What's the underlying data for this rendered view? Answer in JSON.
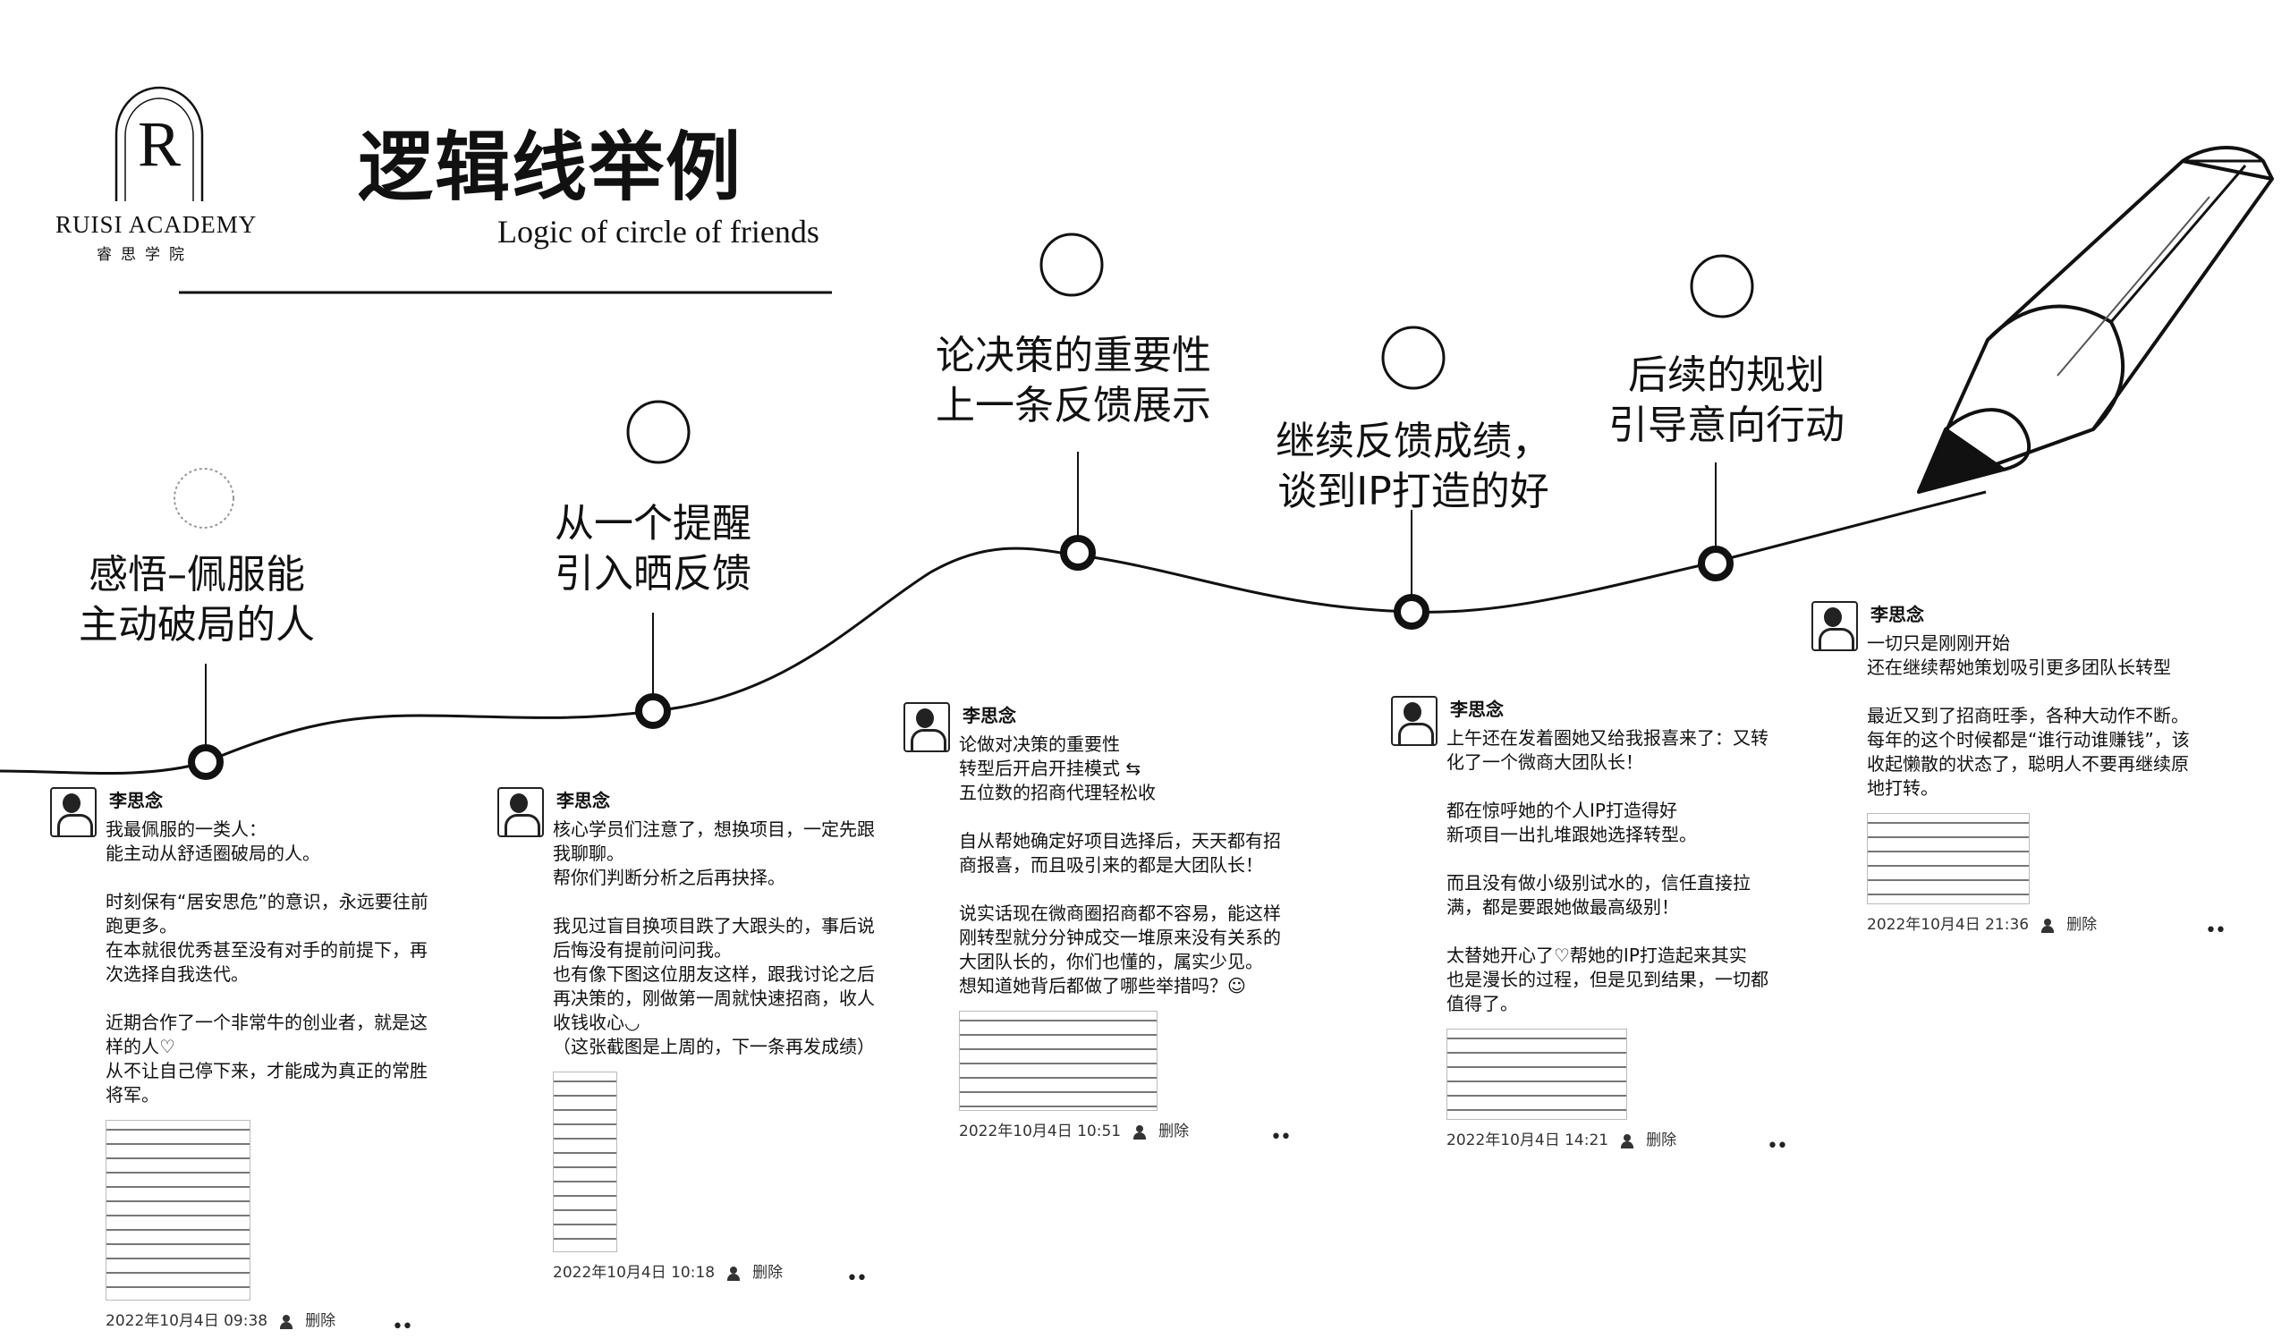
{
  "header": {
    "title": "逻辑线举例",
    "subtitle": "Logic of circle of friends",
    "brand": "RUISI ACADEMY",
    "brand_sub": "睿思学院",
    "logo_letter": "R"
  },
  "steps": [
    {
      "line1": "感悟–佩服能",
      "line2": "主动破局的人"
    },
    {
      "line1": "从一个提醒",
      "line2": "引入晒反馈"
    },
    {
      "line1": "论决策的重要性",
      "line2": "上一条反馈展示"
    },
    {
      "line1": "继续反馈成绩，",
      "line2": "谈到IP打造的好"
    },
    {
      "line1": "后续的规划",
      "line2": "引导意向行动"
    }
  ],
  "posts": [
    {
      "name": "李思念",
      "paragraphs": [
        "我最佩服的一类人：\n能主动从舒适圈破局的人。",
        "时刻保有“居安思危”的意识，永远要往前\n跑更多。\n在本就很优秀甚至没有对手的前提下，再\n次选择自我迭代。",
        "近期合作了一个非常牛的创业者，就是这\n样的人♡\n从不让自己停下来，才能成为真正的常胜\n将军。"
      ],
      "time": "2022年10月4日 09:38",
      "delete": "删除"
    },
    {
      "name": "李思念",
      "paragraphs": [
        "核心学员们注意了，想换项目，一定先跟\n我聊聊。\n帮你们判断分析之后再抉择。",
        "我见过盲目换项目跌了大跟头的，事后说\n后悔没有提前问问我。\n也有像下图这位朋友这样，跟我讨论之后\n再决策的，刚做第一周就快速招商，收人\n收钱收心◡\n（这张截图是上周的，下一条再发成绩）"
      ],
      "time": "2022年10月4日 10:18",
      "delete": "删除"
    },
    {
      "name": "李思念",
      "paragraphs": [
        "论做对决策的重要性\n转型后开启开挂模式 ⇆\n五位数的招商代理轻松收",
        "自从帮她确定好项目选择后，天天都有招\n商报喜，而且吸引来的都是大团队长！",
        "说实话现在微商圈招商都不容易，能这样\n刚转型就分分钟成交一堆原来没有关系的\n大团队长的，你们也懂的，属实少见。\n想知道她背后都做了哪些举措吗？☺"
      ],
      "time": "2022年10月4日 10:51",
      "delete": "删除"
    },
    {
      "name": "李思念",
      "paragraphs": [
        "上午还在发着圈她又给我报喜来了：又转\n化了一个微商大团队长！",
        "都在惊呼她的个人IP打造得好\n新项目一出扎堆跟她选择转型。",
        "而且没有做小级别试水的，信任直接拉\n满，都是要跟她做最高级别！",
        "太替她开心了♡帮她的IP打造起来其实\n也是漫长的过程，但是见到结果，一切都\n值得了。"
      ],
      "time": "2022年10月4日 14:21",
      "delete": "删除"
    },
    {
      "name": "李思念",
      "paragraphs": [
        "一切只是刚刚开始\n还在继续帮她策划吸引更多团队长转型",
        "最近又到了招商旺季，各种大动作不断。\n每年的这个时候都是“谁行动谁赚钱”，该\n收起懒散的状态了，聪明人不要再继续原\n地打转。"
      ],
      "time": "2022年10月4日 21:36",
      "delete": "删除"
    }
  ]
}
